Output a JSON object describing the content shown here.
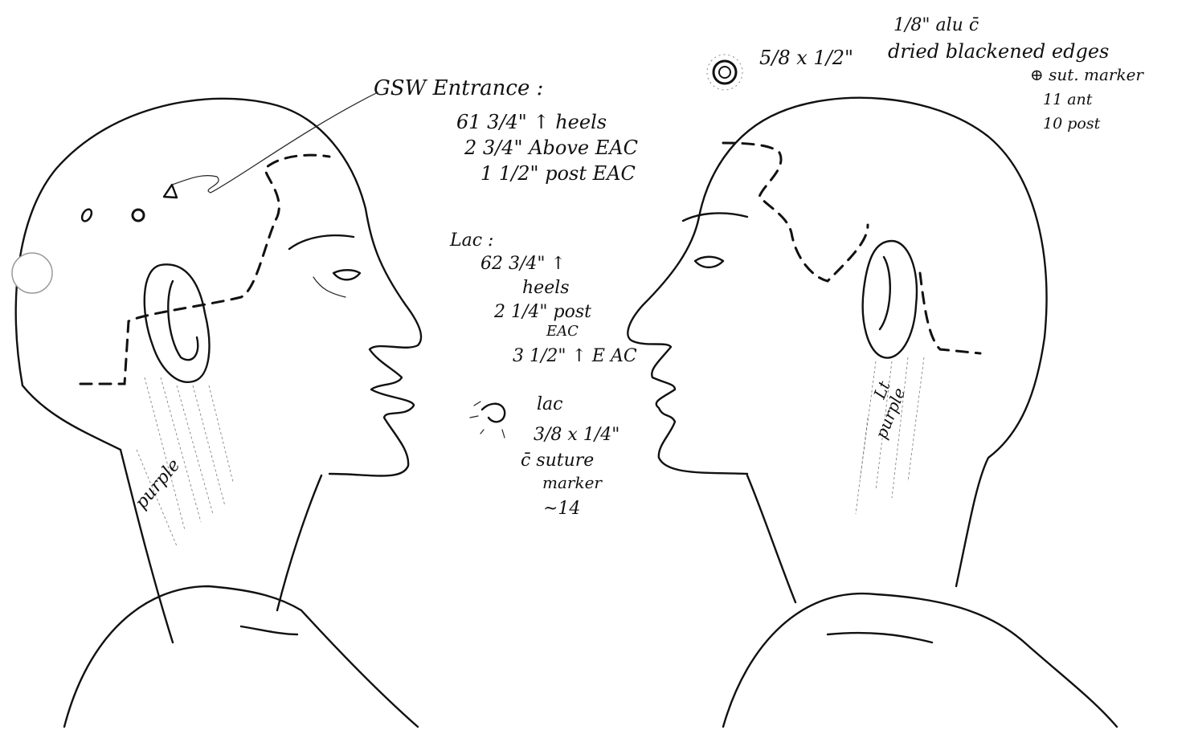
{
  "left_notes": {
    "gsw_title": "GSW Entrance :",
    "gsw_line1": "61 3/4\" ↑ heels",
    "gsw_line2": "2 3/4\" Above EAC",
    "gsw_line3": "1 1/2\" post EAC"
  },
  "middle_notes": {
    "lac_title": "Lac :",
    "lac_line1": "62 3/4\" ↑",
    "lac_line2": "heels",
    "lac_line3": "2 1/4\" post",
    "lac_line4": "EAC",
    "lac_line5": "3 1/2\" ↑ E AC"
  },
  "lower_notes": {
    "lac2_title": "lac",
    "lac2_line1": "3/8 x 1/4\"",
    "lac2_line2": "c̄ suture",
    "lac2_line3": "marker",
    "lac2_line4": "~14"
  },
  "right_notes": {
    "size": "5/8 x 1/2\"",
    "top_line1": "1/8\" alu c̄",
    "top_line2": "dried blackened edges",
    "top_line3": "⊕ sut. marker",
    "top_line4": "11 ant",
    "top_line5": "10 post"
  },
  "neck_labels": {
    "left": "purple",
    "right_line1": "Lt",
    "right_line2": "purple"
  }
}
